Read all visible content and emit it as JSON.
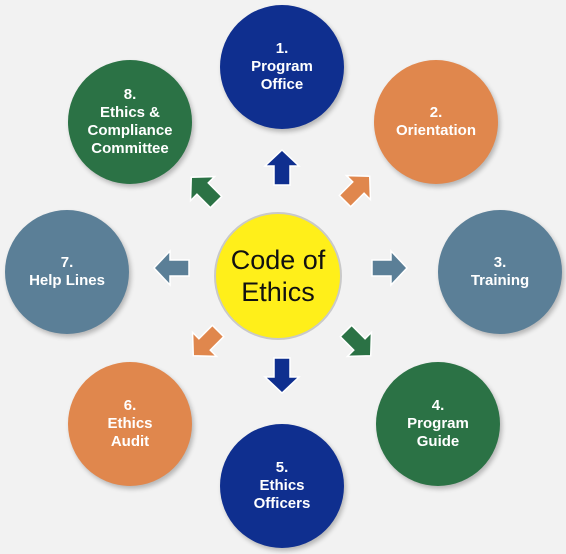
{
  "center": {
    "label": "Code of\nEthics",
    "color": "#ffef1a",
    "border": "#c9c9c9"
  },
  "nodes": [
    {
      "id": "program-office",
      "label": "1.\nProgram\nOffice",
      "color": "#0f2f8f"
    },
    {
      "id": "orientation",
      "label": "2.\nOrientation",
      "color": "#e0874d"
    },
    {
      "id": "training",
      "label": "3.\nTraining",
      "color": "#5b7f97"
    },
    {
      "id": "program-guide",
      "label": "4.\nProgram\nGuide",
      "color": "#2b7245"
    },
    {
      "id": "ethics-officers",
      "label": "5.\nEthics\nOfficers",
      "color": "#0f2f8f"
    },
    {
      "id": "ethics-audit",
      "label": "6.\nEthics\nAudit",
      "color": "#e0874d"
    },
    {
      "id": "help-lines",
      "label": "7.\nHelp Lines",
      "color": "#5b7f97"
    },
    {
      "id": "ethics-compliance-committee",
      "label": "8.\nEthics &\nCompliance\nCommittee",
      "color": "#2b7245"
    }
  ]
}
